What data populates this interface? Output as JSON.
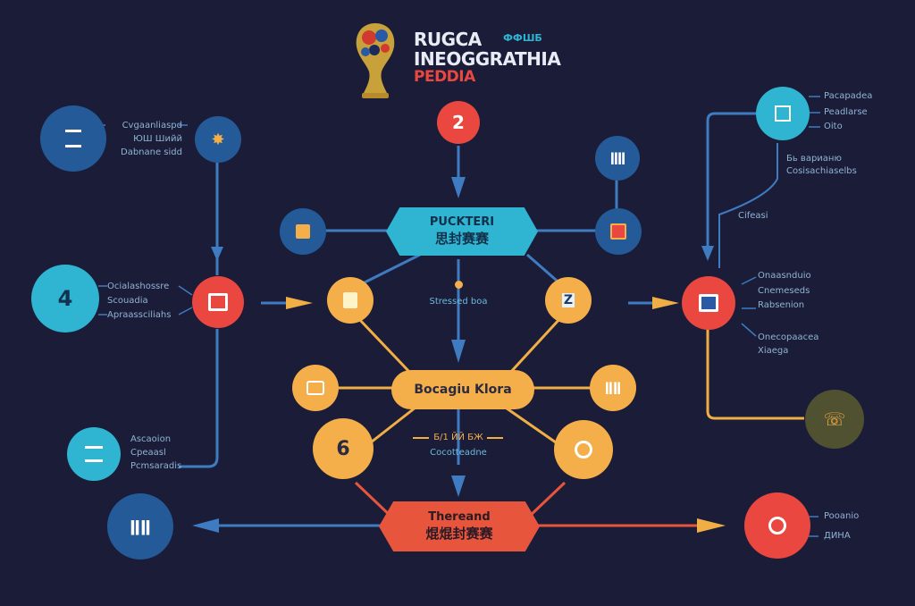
{
  "title": {
    "line1": "RUGCA",
    "line1_tag": "ФФШБ",
    "line2": "INEOGGRATHIA",
    "line3": "PEDDIA"
  },
  "center": {
    "top_badge": "2",
    "hex_top_line1": "PUCKTERI",
    "hex_top_line2": "思封赛赛",
    "mid_caption": "Stressed boa",
    "pill_mid": "Bocagiu Klora",
    "mid2_caption_line1": "Б/1 ЙЙ БЖ",
    "mid2_caption_line2": "Cocotteadne",
    "hex_bottom_line1": "Thereand",
    "hex_bottom_line2": "焜焜封赛赛"
  },
  "left": {
    "n1_line1": "Cvgaanliaspd",
    "n1_line2": "ЮШ Шийй",
    "n1_line3": "Dabnane sidd",
    "n2_number": "4",
    "n2_line1": "Ocialashossre",
    "n2_line2": "Scouadia",
    "n2_line3": "Apraassciliahs",
    "n3_line1": "Ascaoion",
    "n3_line2": "Cpeaasl",
    "n3_line3": "Pcmsaradis",
    "n_orange_number": "6"
  },
  "right": {
    "n1_line1": "Pacapadea",
    "n1_line2": "Peadlarse",
    "n1_line3": "Oito",
    "n1_note1": "Бь варианю",
    "n1_note2": "Cosisachiaselbs",
    "mid_note": "Cifeasi",
    "n2_line1": "Onaasnduio",
    "n2_line2": "Cnemeseds",
    "n2_line3": "Rabsenion",
    "n2_line4": "Onecopaacea",
    "n2_line5": "Xiaega",
    "n3_line1": "Pooanio",
    "n3_line2": "ДИНА"
  },
  "colors": {
    "background": "#1a1c38",
    "blue_line": "#3f7bc0",
    "orange_line": "#f0ae45",
    "red_line": "#e8553d",
    "teal": "#2fb4d2",
    "red": "#e9473f",
    "orange": "#f4ae4a",
    "navy": "#245a98",
    "olive": "#4f5130"
  }
}
